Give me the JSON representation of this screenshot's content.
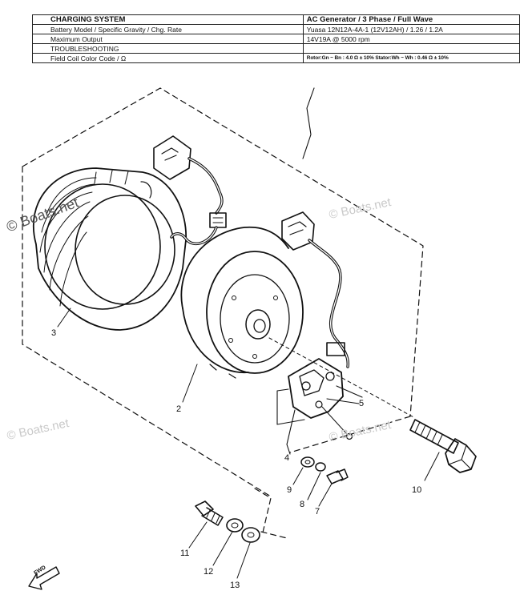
{
  "spec_table": {
    "rows": [
      {
        "label": "CHARGING SYSTEM",
        "value": "AC Generator / 3 Phase / Full Wave"
      },
      {
        "label": "Battery  Model / Specific Gravity / Chg. Rate",
        "value": "Yuasa 12N12A-4A-1 (12V12AH) / 1.26 / 1.2A"
      },
      {
        "label": "Maximum Output",
        "value": "14V19A @ 5000 rpm"
      },
      {
        "label": "TROUBLESHOOTING",
        "value": ""
      },
      {
        "label": "Field Coil Color Code / Ω",
        "value": "Rotor:Gn ~ Bn : 4.0 Ω ± 10%  Stator:Wh ~ Wh : 0.46 Ω ± 10%"
      }
    ]
  },
  "watermarks": [
    "© Boats.net",
    "© Boats.net",
    "© Boats.net",
    "© Boats.net"
  ],
  "callouts": [
    "2",
    "3",
    "4",
    "5",
    "7",
    "8",
    "9",
    "10",
    "11",
    "12",
    "13"
  ],
  "fwd_label": "FWD"
}
